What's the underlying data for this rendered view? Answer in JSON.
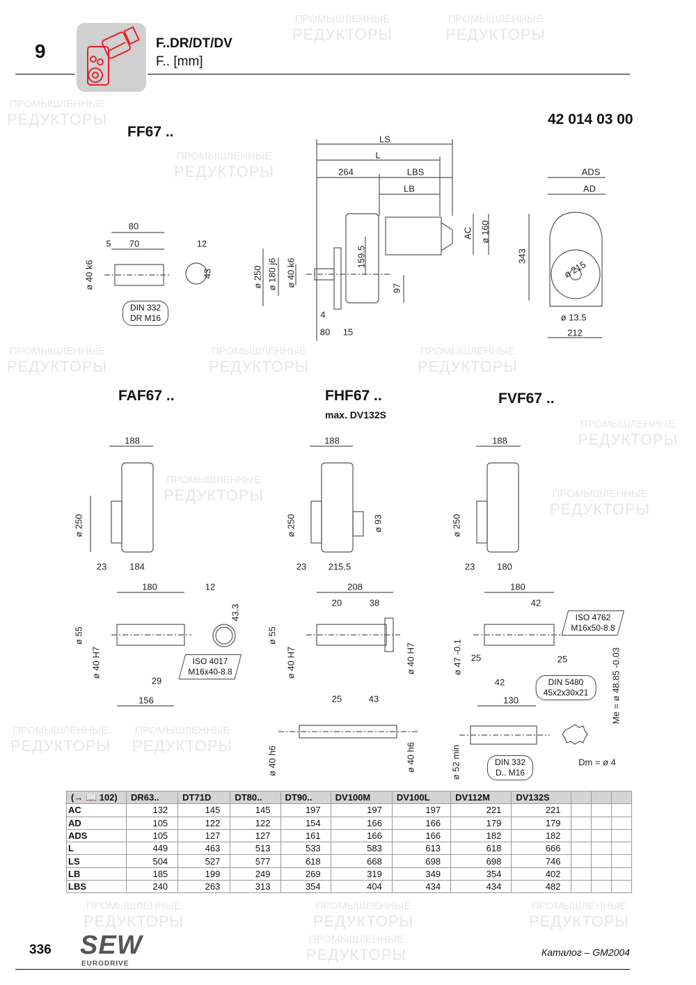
{
  "header": {
    "chapter": "9",
    "title": "F..DR/DT/DV",
    "subtitle": "F.. [mm]",
    "drawing_no": "42 014 03 00"
  },
  "watermark": {
    "line1": "ПРОМЫШЛЕННЫЕ",
    "line2": "РЕДУКТОРЫ"
  },
  "sections": {
    "ff": "FF67 ..",
    "faf": "FAF67 ..",
    "fhf": "FHF67 ..",
    "fhf_note": "max. DV132S",
    "fvf": "FVF67 .."
  },
  "dims": {
    "ff_shaft": [
      "80",
      "5",
      "70",
      "12",
      "ø 40 k6",
      "43"
    ],
    "ff_callout": [
      "DIN 332",
      "DR M16"
    ],
    "ff_main": [
      "LS",
      "L",
      "264",
      "LBS",
      "LB",
      "AC",
      "ø 160",
      "159.5",
      "ø 250",
      "ø 180 j6",
      "ø 40 k6",
      "97",
      "4",
      "80",
      "15"
    ],
    "ff_side": [
      "ADS",
      "AD",
      "343",
      "ø 215",
      "ø 13.5",
      "212"
    ],
    "faf": [
      "188",
      "ø 250",
      "23",
      "184",
      "180",
      "12",
      "ø 55",
      "ø 40 H7",
      "43.3",
      "29",
      "156"
    ],
    "faf_callout": [
      "ISO 4017",
      "M16x40-8.8"
    ],
    "fhf": [
      "188",
      "ø 250",
      "ø 93",
      "23",
      "215.5",
      "208",
      "20",
      "38",
      "ø 55",
      "ø 40 H7",
      "ø 40 H7",
      "25",
      "43",
      "ø 40 h6",
      "ø 40 h6"
    ],
    "fvf": [
      "188",
      "ø 250",
      "23",
      "180",
      "180",
      "42",
      "ø 47 -0.1",
      "25",
      "25",
      "42",
      "130",
      "Me = ø 48.85 -0.03",
      "ø 52 min",
      "Dm = ø 4"
    ],
    "fvf_iso": [
      "ISO 4762",
      "M16x50-8.8"
    ],
    "fvf_din5480": [
      "DIN 5480",
      "45x2x30x21"
    ],
    "fvf_din332": [
      "DIN 332",
      "D.. M16"
    ]
  },
  "table": {
    "ref": "(→ 📖 102)",
    "columns": [
      "DR63..",
      "DT71D",
      "DT80..",
      "DT90..",
      "DV100M",
      "DV100L",
      "DV112M",
      "DV132S",
      "",
      "",
      ""
    ],
    "rows": [
      {
        "label": "AC",
        "values": [
          "132",
          "145",
          "145",
          "197",
          "197",
          "197",
          "221",
          "221"
        ]
      },
      {
        "label": "AD",
        "values": [
          "105",
          "122",
          "122",
          "154",
          "166",
          "166",
          "179",
          "179"
        ]
      },
      {
        "label": "ADS",
        "values": [
          "105",
          "127",
          "127",
          "161",
          "166",
          "166",
          "182",
          "182"
        ]
      },
      {
        "label": "L",
        "values": [
          "449",
          "463",
          "513",
          "533",
          "583",
          "613",
          "618",
          "666"
        ]
      },
      {
        "label": "LS",
        "values": [
          "504",
          "527",
          "577",
          "618",
          "668",
          "698",
          "698",
          "746"
        ]
      },
      {
        "label": "LB",
        "values": [
          "185",
          "199",
          "249",
          "269",
          "319",
          "349",
          "354",
          "402"
        ]
      },
      {
        "label": "LBS",
        "values": [
          "240",
          "263",
          "313",
          "354",
          "404",
          "434",
          "434",
          "482"
        ]
      }
    ]
  },
  "footer": {
    "page": "336",
    "brand": "SEW",
    "brand_sub": "EURODRIVE",
    "catalog": "Каталог – GM2004"
  },
  "colors": {
    "icon_red": "#e8202a",
    "icon_bg": "#d0d0d0",
    "table_header": "#d4d4d4"
  }
}
